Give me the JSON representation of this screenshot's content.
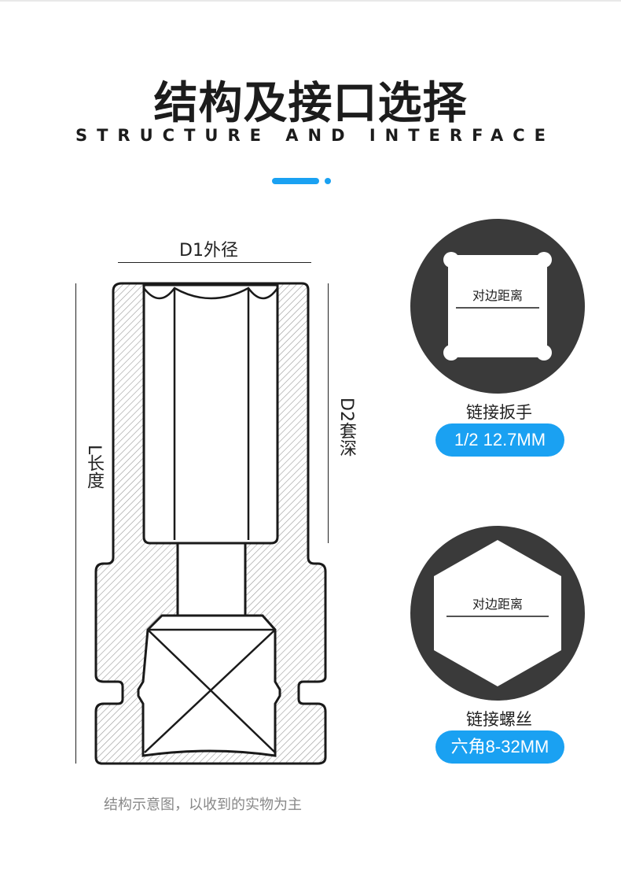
{
  "header": {
    "title_cn": "结构及接口选择",
    "title_en": "STRUCTURE AND INTERFACE"
  },
  "diagram": {
    "d1_label": "D1外径",
    "d2_label": "D2套深",
    "l_label": "L长度"
  },
  "square_socket": {
    "inner_label": "对边距离",
    "caption": "链接扳手",
    "spec": "1/2 12.7MM"
  },
  "hex_socket": {
    "inner_label": "对边距离",
    "caption": "链接螺丝",
    "spec": "六角8-32MM"
  },
  "footnote": "结构示意图，以收到的实物为主",
  "colors": {
    "accent": "#1aa1f2",
    "circle_fill": "#3a3a3a",
    "outline": "#1a1a1a",
    "hatch": "#9a9a9a"
  }
}
